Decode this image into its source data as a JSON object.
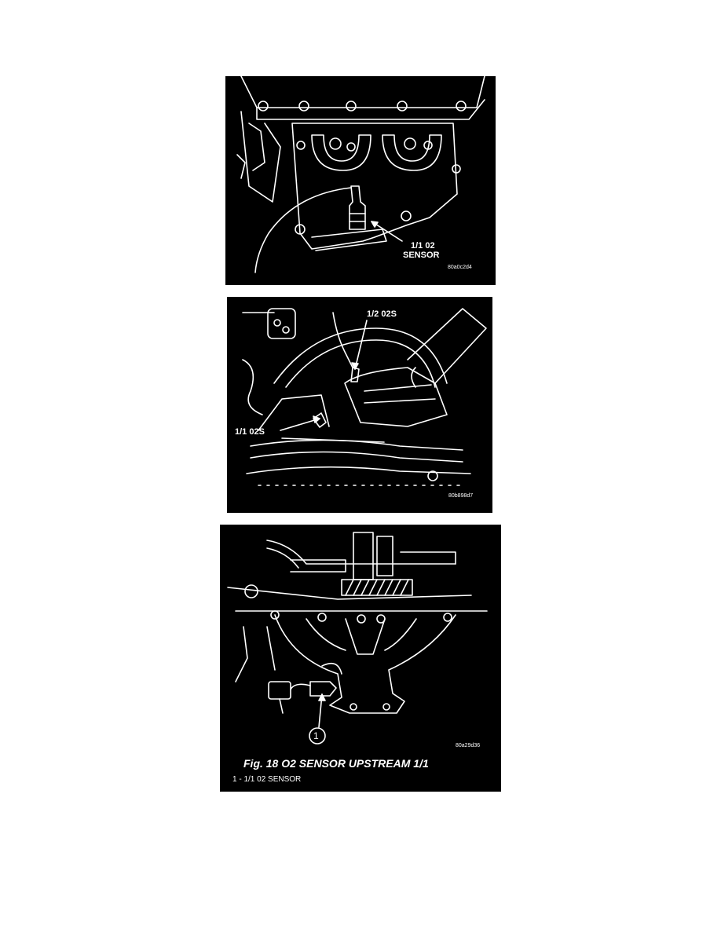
{
  "figures": [
    {
      "labels": {
        "sensor_line1": "1/1  02",
        "sensor_line2": "SENSOR"
      },
      "code": "80a0c2d4"
    },
    {
      "labels": {
        "upstream": "1/2 02S",
        "downstream": "1/1 02S"
      },
      "code": "80b898d7"
    },
    {
      "callout": "1",
      "code": "80a29d36",
      "caption": "Fig. 18 O2 SENSOR UPSTREAM 1/1",
      "legend": "1 - 1/1 02 SENSOR"
    }
  ]
}
